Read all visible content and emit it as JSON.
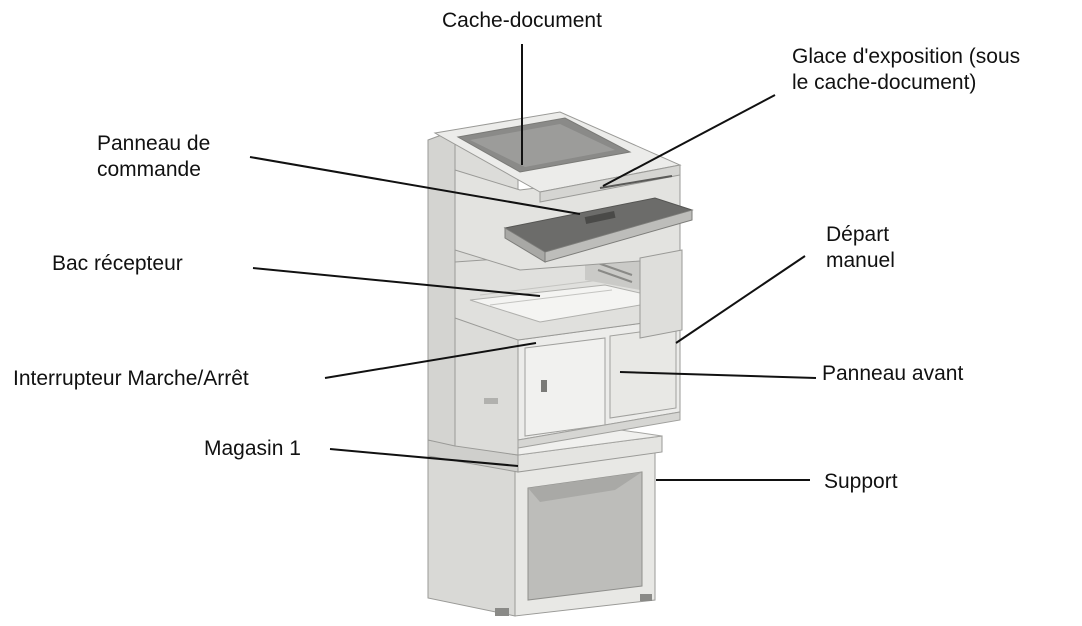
{
  "colors": {
    "line": "#111111",
    "machine_light": "#e6e6e4",
    "machine_mid": "#d2d2cf",
    "machine_shadow": "#b4b4b1",
    "dark_panel": "#6a6a68",
    "dark_panel_2": "#8a8a88",
    "text": "#111111"
  },
  "labels": {
    "cache_document": "Cache-document",
    "glace_line1": "Glace d'exposition (sous",
    "glace_line2": "le cache-document)",
    "panneau_commande_line1": "Panneau de",
    "panneau_commande_line2": "commande",
    "bac_recepteur": "Bac récepteur",
    "depart_line1": "Départ",
    "depart_line2": "manuel",
    "interrupteur": "Interrupteur Marche/Arrêt",
    "panneau_avant": "Panneau avant",
    "magasin": "Magasin 1",
    "support": "Support"
  }
}
